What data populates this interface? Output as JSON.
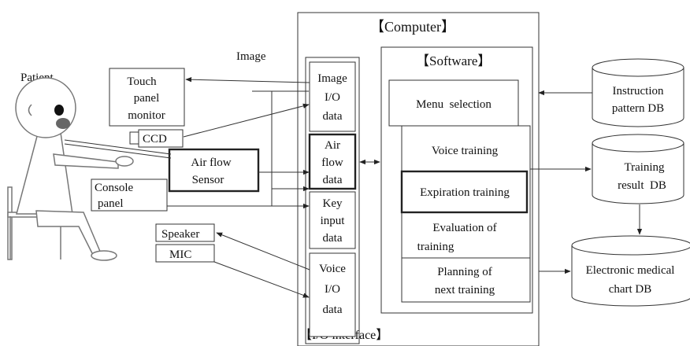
{
  "computer": {
    "title": "【Computer】"
  },
  "software": {
    "title": "【Software】",
    "menu": "Menu  selection",
    "voice": "Voice training",
    "expiration": "Expiration training",
    "evaluation": [
      "Evaluation of",
      "training"
    ],
    "planning": [
      "Planning of",
      "next training"
    ]
  },
  "io": {
    "title": "【I/O interface】",
    "image": [
      "Image",
      "I/O",
      "data"
    ],
    "airflow": [
      "Air",
      "flow",
      "data"
    ],
    "key": [
      "Key",
      "input",
      "data"
    ],
    "voice": [
      "Voice",
      "I/O",
      "data"
    ]
  },
  "left": {
    "image_label": "Image",
    "patient": "Patient",
    "touch_panel": [
      "Touch",
      "panel",
      "monitor"
    ],
    "ccd": "CCD",
    "airflow_sensor": [
      "Air flow",
      "Sensor"
    ],
    "console": [
      "Console",
      "panel"
    ],
    "speaker": "Speaker",
    "mic": "MIC"
  },
  "db": {
    "instruction": [
      "Instruction",
      "pattern DB"
    ],
    "training_result": [
      "Training",
      "result  DB"
    ],
    "emr": [
      "Electronic medical",
      "chart DB"
    ]
  }
}
